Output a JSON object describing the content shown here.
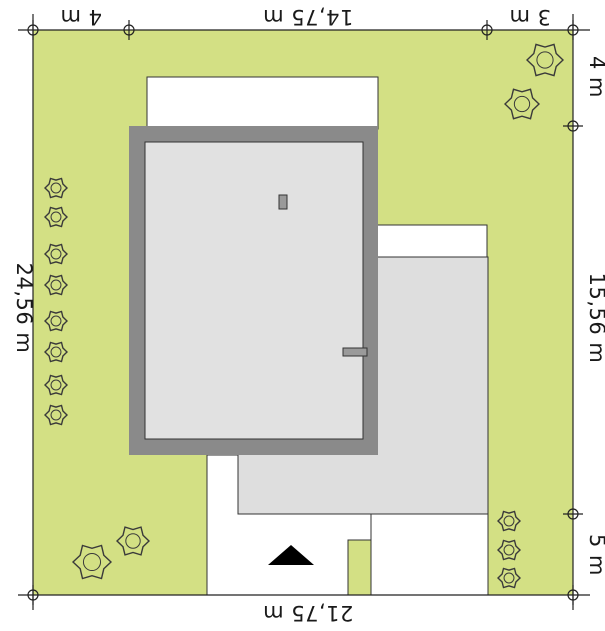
{
  "dimensions": {
    "top_left": "4 m",
    "top_middle": "14,75 m",
    "top_right": "3 m",
    "bottom": "21,75 m",
    "left": "24,56 m",
    "right_top": "4 m",
    "right_middle": "15,56 m",
    "right_bottom": "5 m"
  },
  "colors": {
    "lawn": "#d3e084",
    "roof_fill": "#e1e1e1",
    "roof_border": "#8a8a8a",
    "pavement": "#ffffff",
    "terrace": "#dedede",
    "outline": "#333333",
    "shrub": "#3a3a3a",
    "entrance_marker": "#000000"
  },
  "icons": {
    "shrub": "shrub-icon",
    "entrance": "entrance-triangle-icon",
    "chimney": "chimney-icon",
    "roof_vent": "roof-vent-icon"
  }
}
